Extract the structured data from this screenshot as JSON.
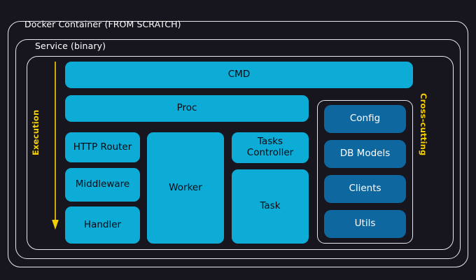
{
  "diagram": {
    "background_color": "#17161f",
    "border_color": "#e8e8ee",
    "accent_yellow": "#f5d000",
    "color_primary_block": "#0cacd6",
    "color_secondary_block": "#0f67a0",
    "containers": {
      "outer_label": "Docker Container (FROM SCRATCH)",
      "middle_label": "Service (binary)"
    },
    "annotations": {
      "execution_label": "Execution",
      "crosscutting_label": "Cross-cutting"
    },
    "top_bars": [
      {
        "id": "cmd",
        "label": "CMD"
      },
      {
        "id": "proc",
        "label": "Proc"
      }
    ],
    "execution_column": [
      {
        "id": "http-router",
        "label": "HTTP Router"
      },
      {
        "id": "middleware",
        "label": "Middleware"
      },
      {
        "id": "handler",
        "label": "Handler"
      }
    ],
    "worker_column": [
      {
        "id": "worker",
        "label": "Worker"
      }
    ],
    "tasks_column": [
      {
        "id": "tasks-controller",
        "label": "Tasks\nController"
      },
      {
        "id": "task",
        "label": "Task"
      }
    ],
    "crosscutting_blocks": [
      {
        "id": "config",
        "label": "Config"
      },
      {
        "id": "db-models",
        "label": "DB Models"
      },
      {
        "id": "clients",
        "label": "Clients"
      },
      {
        "id": "utils",
        "label": "Utils"
      }
    ]
  }
}
